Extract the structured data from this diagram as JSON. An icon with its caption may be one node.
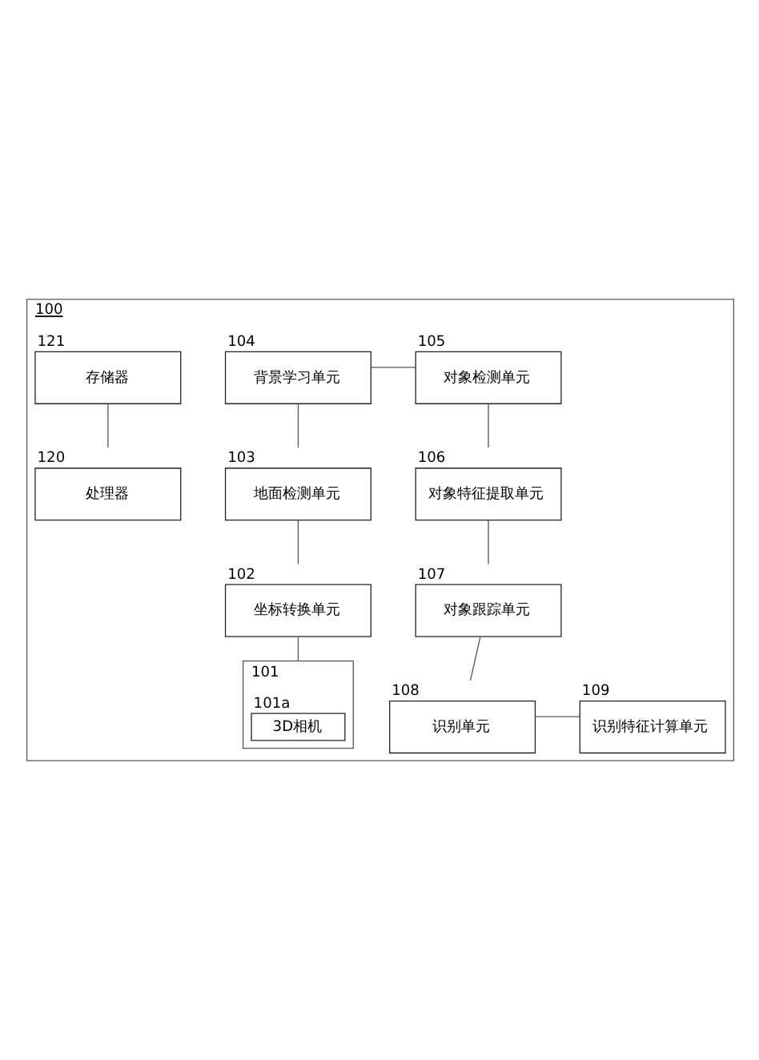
{
  "diagram": {
    "nodes": [
      {
        "text": [
          "100"
        ]
      },
      {
        "text": [],
        "shape": "box",
        "in": 0,
        "beside": [
          "101"
        ]
      },
      {
        "text": [
          "3D相机"
        ],
        "in": 1,
        "beside": [
          "101a"
        ]
      },
      {
        "text": [
          "坐标转换单元"
        ],
        "in": 0,
        "beside": [
          "102"
        ]
      },
      {
        "text": [
          "地面检测单元"
        ],
        "in": 0,
        "beside": [
          "103"
        ]
      },
      {
        "text": [
          "背景学习单元"
        ],
        "in": 0,
        "beside": [
          "104"
        ]
      },
      {
        "text": [
          "对象检测单元"
        ],
        "in": 0,
        "beside": [
          "105"
        ]
      },
      {
        "text": [
          "对象特征提取单元"
        ],
        "in": 0,
        "beside": [
          "106"
        ]
      },
      {
        "text": [
          "对象跟踪单元"
        ],
        "in": 0,
        "beside": [
          "107"
        ]
      },
      {
        "text": [
          "识别单元"
        ],
        "in": 0,
        "beside": [
          "108"
        ]
      },
      {
        "text": [
          "识别特征计算单元"
        ],
        "in": 0,
        "beside": [
          "109"
        ]
      },
      {
        "text": [
          "处理器"
        ],
        "in": 0,
        "beside": [
          "120"
        ]
      },
      {
        "text": [
          "存储器"
        ],
        "in": 0,
        "beside": [
          "121"
        ]
      }
    ],
    "edges": [
      {
        "from": 3,
        "to": 1,
        "arrow": "none"
      },
      {
        "from": 4,
        "to": 3,
        "arrow": "none"
      },
      {
        "from": 5,
        "to": 4,
        "arrow": "none"
      },
      {
        "from": 5,
        "to": 6,
        "arrow": "none"
      },
      {
        "from": 6,
        "to": 7,
        "arrow": "none"
      },
      {
        "from": 7,
        "to": 8,
        "arrow": "none"
      },
      {
        "from": 8,
        "to": 9,
        "arrow": "none"
      },
      {
        "from": 9,
        "to": 10,
        "arrow": "none"
      },
      {
        "from": 12,
        "to": 11,
        "arrow": "none"
      }
    ]
  }
}
